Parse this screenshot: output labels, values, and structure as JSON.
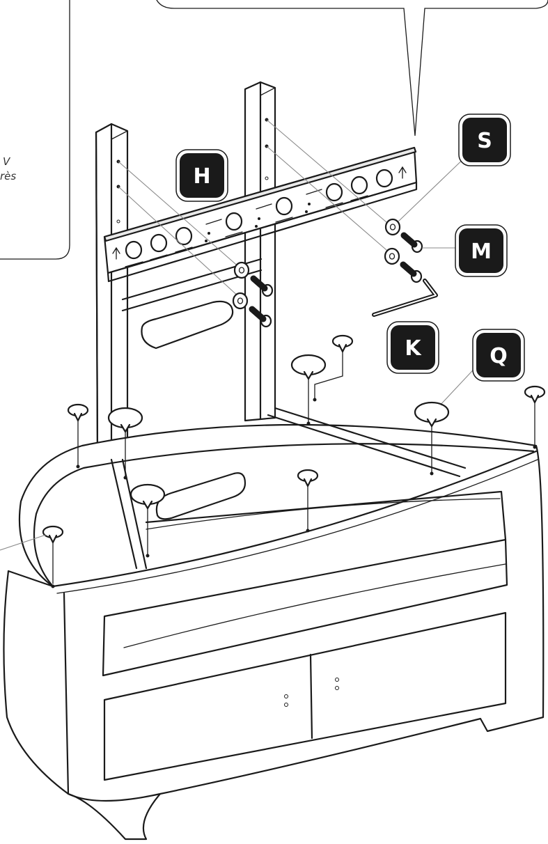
{
  "colors": {
    "badge_fill": "#1a1a1a",
    "badge_text": "#ffffff",
    "line": "#1a1a1a",
    "background": "#ffffff"
  },
  "callouts": [
    {
      "id": "H",
      "label": "H"
    },
    {
      "id": "S",
      "label": "S"
    },
    {
      "id": "M",
      "label": "M"
    },
    {
      "id": "K",
      "label": "K"
    },
    {
      "id": "Q",
      "label": "Q"
    }
  ],
  "side_panel": {
    "line1": "V",
    "line2": "rès"
  },
  "icons": [
    "up-arrow-icon",
    "bolt-icon",
    "washer-icon",
    "allen-key-icon",
    "foot-pad-icon"
  ]
}
